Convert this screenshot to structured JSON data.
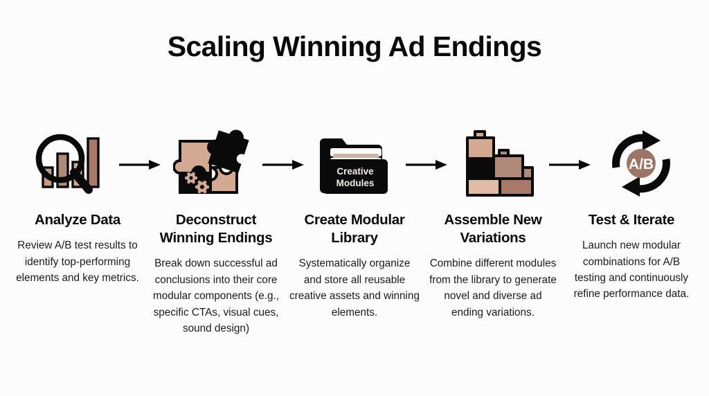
{
  "page": {
    "title": "Scaling Winning Ad Endings",
    "background_color": "#fcfcfc",
    "text_color": "#111111"
  },
  "palette": {
    "black": "#0a0a0a",
    "tan_light": "#e0bba6",
    "tan": "#d4a992",
    "tan_mid": "#c49a87",
    "brown": "#a8796a",
    "brown_dark": "#9c7566",
    "white": "#ffffff"
  },
  "connector": {
    "icon_name": "arrow-right-icon",
    "count": 4,
    "color": "#0a0a0a"
  },
  "steps": [
    {
      "index": 1,
      "icon_name": "magnifier-bar-chart-icon",
      "heading": "Analyze Data",
      "body": "Review A/B test results to identify top-performing elements and key metrics."
    },
    {
      "index": 2,
      "icon_name": "puzzle-pieces-gears-icon",
      "heading": "Deconstruct Winning Endings",
      "body": "Break down successful ad conclusions into their core modular components (e.g., specific CTAs, visual cues, sound design)"
    },
    {
      "index": 3,
      "icon_name": "folder-stack-icon",
      "icon_label_line1": "Creative",
      "icon_label_line2": "Modules",
      "heading": "Create Modular Library",
      "body": "Systematically organize and store all reusable creative assets and winning elements."
    },
    {
      "index": 4,
      "icon_name": "stacked-blocks-icon",
      "heading": "Assemble New Variations",
      "body": "Combine different modules from the library to generate novel and diverse ad ending variations."
    },
    {
      "index": 5,
      "icon_name": "ab-test-cycle-icon",
      "icon_label": "A/B",
      "heading": "Test & Iterate",
      "body": "Launch new modular combinations for A/B testing and continuously refine performance data."
    }
  ]
}
